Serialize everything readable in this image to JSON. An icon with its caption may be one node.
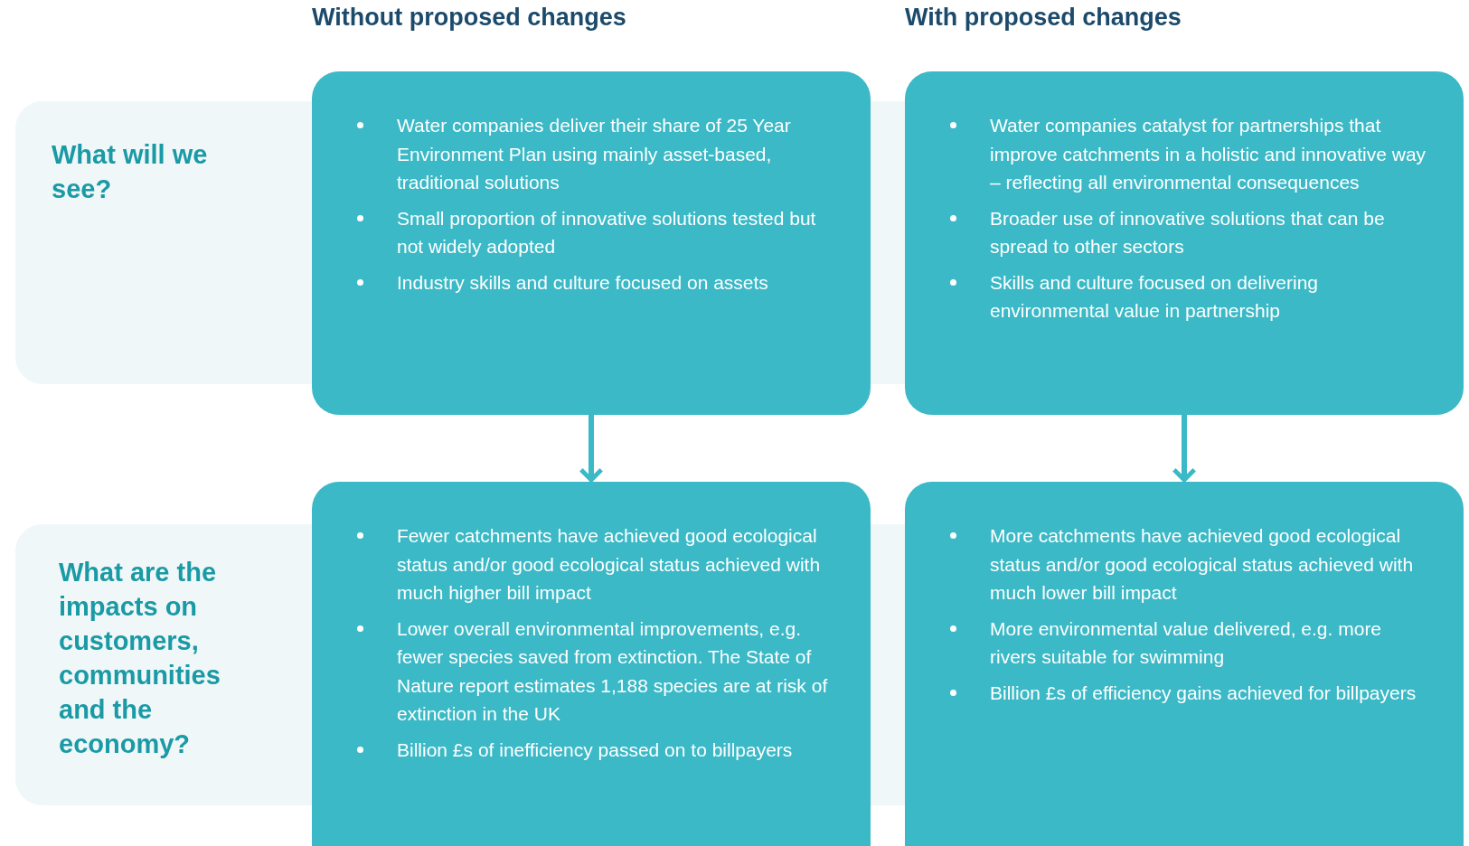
{
  "diagram": {
    "nodes": [
      {
        "text": [
          "What will we see?"
        ]
      },
      {
        "text": [
          "Water companies deliver their share of 25 Year Environment Plan using mainly asset-based, traditional solutions",
          "Small proportion of innovative solutions tested but not widely adopted",
          "Industry skills and culture focused on assets"
        ]
      },
      {
        "text": [
          "Water companies catalyst for partnerships that improve catchments in a holistic and innovative way – reflecting all environmental consequences",
          "Broader use of innovative solutions that can be spread to other sectors",
          "Skills and culture focused on delivering environmental value in partnership"
        ]
      },
      {
        "text": [
          "What are the impacts on customers, communities and the economy?"
        ]
      },
      {
        "text": [
          "Fewer catchments have achieved good ecological status and/or good ecological status achieved with much higher bill impact",
          "Lower overall environmental improvements, e.g. fewer species saved from extinction. The State of Nature report estimates 1,188 species are at risk of extinction in the UK",
          "Billion £s of inefficiency passed on to billpayers"
        ]
      },
      {
        "text": [
          "More catchments have achieved good ecological status and/or good ecological status achieved with much lower bill impact",
          "More environmental value delivered, e.g. more rivers suitable for swimming",
          "Billion £s of efficiency gains achieved for billpayers"
        ]
      }
    ],
    "edges": [
      {
        "from": 1,
        "to": 4,
        "arrow": "to"
      },
      {
        "from": 2,
        "to": 5,
        "arrow": "to"
      }
    ],
    "labels": [
      "Without proposed changes",
      "With proposed changes"
    ]
  }
}
